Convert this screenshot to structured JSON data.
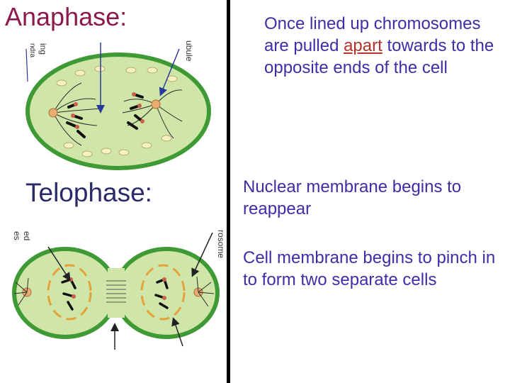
{
  "anaphase": {
    "title": "Anaphase:",
    "text_before": "Once lined up chromosomes are pulled ",
    "text_highlight": "apart",
    "text_after": " towards to the opposite ends of the cell",
    "label_left": "ing",
    "label_left2": "ndra",
    "label_right": "ubule"
  },
  "telophase": {
    "title": "Telophase:",
    "text_nuclear": "Nuclear membrane begins to reappear",
    "text_cell": "Cell membrane begins to pinch in to form two separate cells",
    "label_left": "ed",
    "label_left2": "es",
    "label_right": "rosome"
  },
  "colors": {
    "cell_fill": "#cfe6a8",
    "cell_edge": "#3f9a35",
    "centrosome": "#e8ad72",
    "chromosome": "#111111",
    "kinetochore": "#c8604a",
    "nucleolus_ring": "#e3a23a"
  }
}
